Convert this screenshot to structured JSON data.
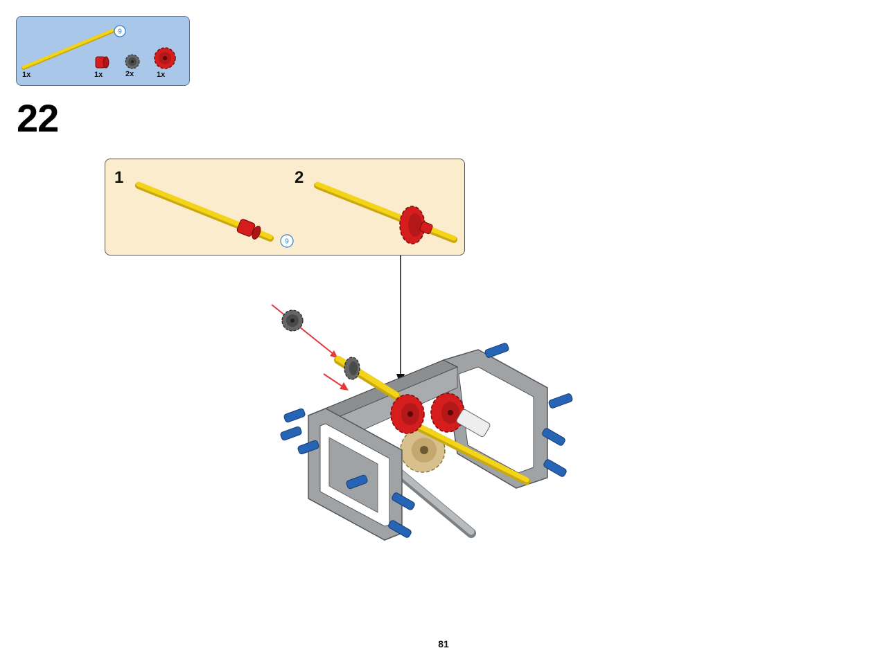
{
  "parts_list": {
    "axle_length": "9",
    "items": [
      {
        "qty": "1x"
      },
      {
        "qty": "1x"
      },
      {
        "qty": "2x"
      },
      {
        "qty": "1x"
      }
    ]
  },
  "step": {
    "number": "22"
  },
  "subassembly": {
    "steps": [
      {
        "number": "1",
        "axle_length": "9"
      },
      {
        "number": "2"
      }
    ]
  },
  "page": {
    "number": "81"
  },
  "colors": {
    "axle_yellow": "#f4d418",
    "gear_red": "#d51d1d",
    "gear_dark": "#555555",
    "pin_blue": "#2664b5",
    "frame_gray": "#a0a3a6",
    "gear_tan": "#d8c08c",
    "arrow_red": "#e23a3a"
  }
}
